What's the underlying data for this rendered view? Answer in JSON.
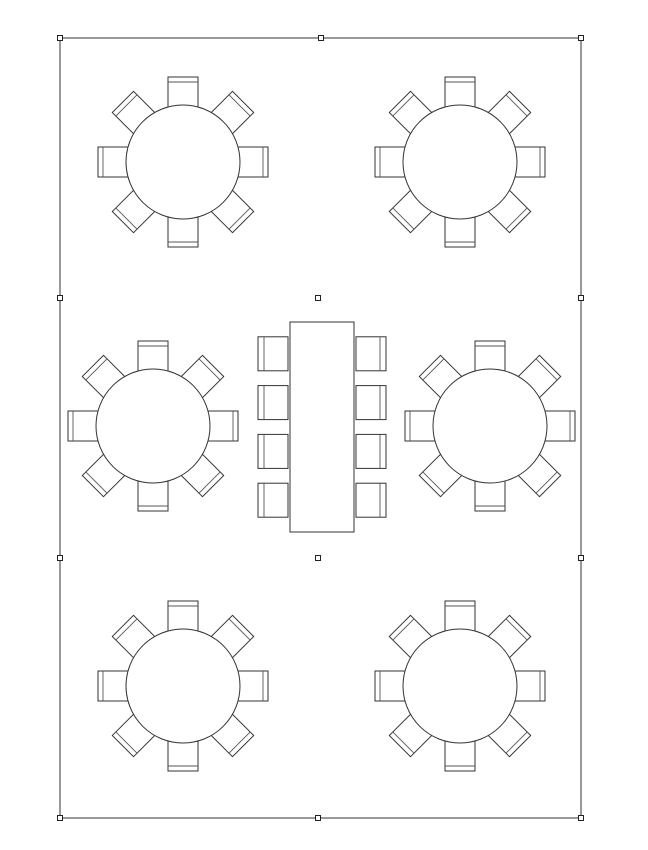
{
  "colors": {
    "line": "#333333",
    "background": "#ffffff"
  },
  "layout": {
    "round_tables": [
      {
        "seats": 8
      },
      {
        "seats": 8
      },
      {
        "seats": 8
      },
      {
        "seats": 8
      },
      {
        "seats": 8
      },
      {
        "seats": 8
      }
    ],
    "banquet_tables": [
      {
        "seats_per_side": 4,
        "sides": 2
      }
    ]
  }
}
